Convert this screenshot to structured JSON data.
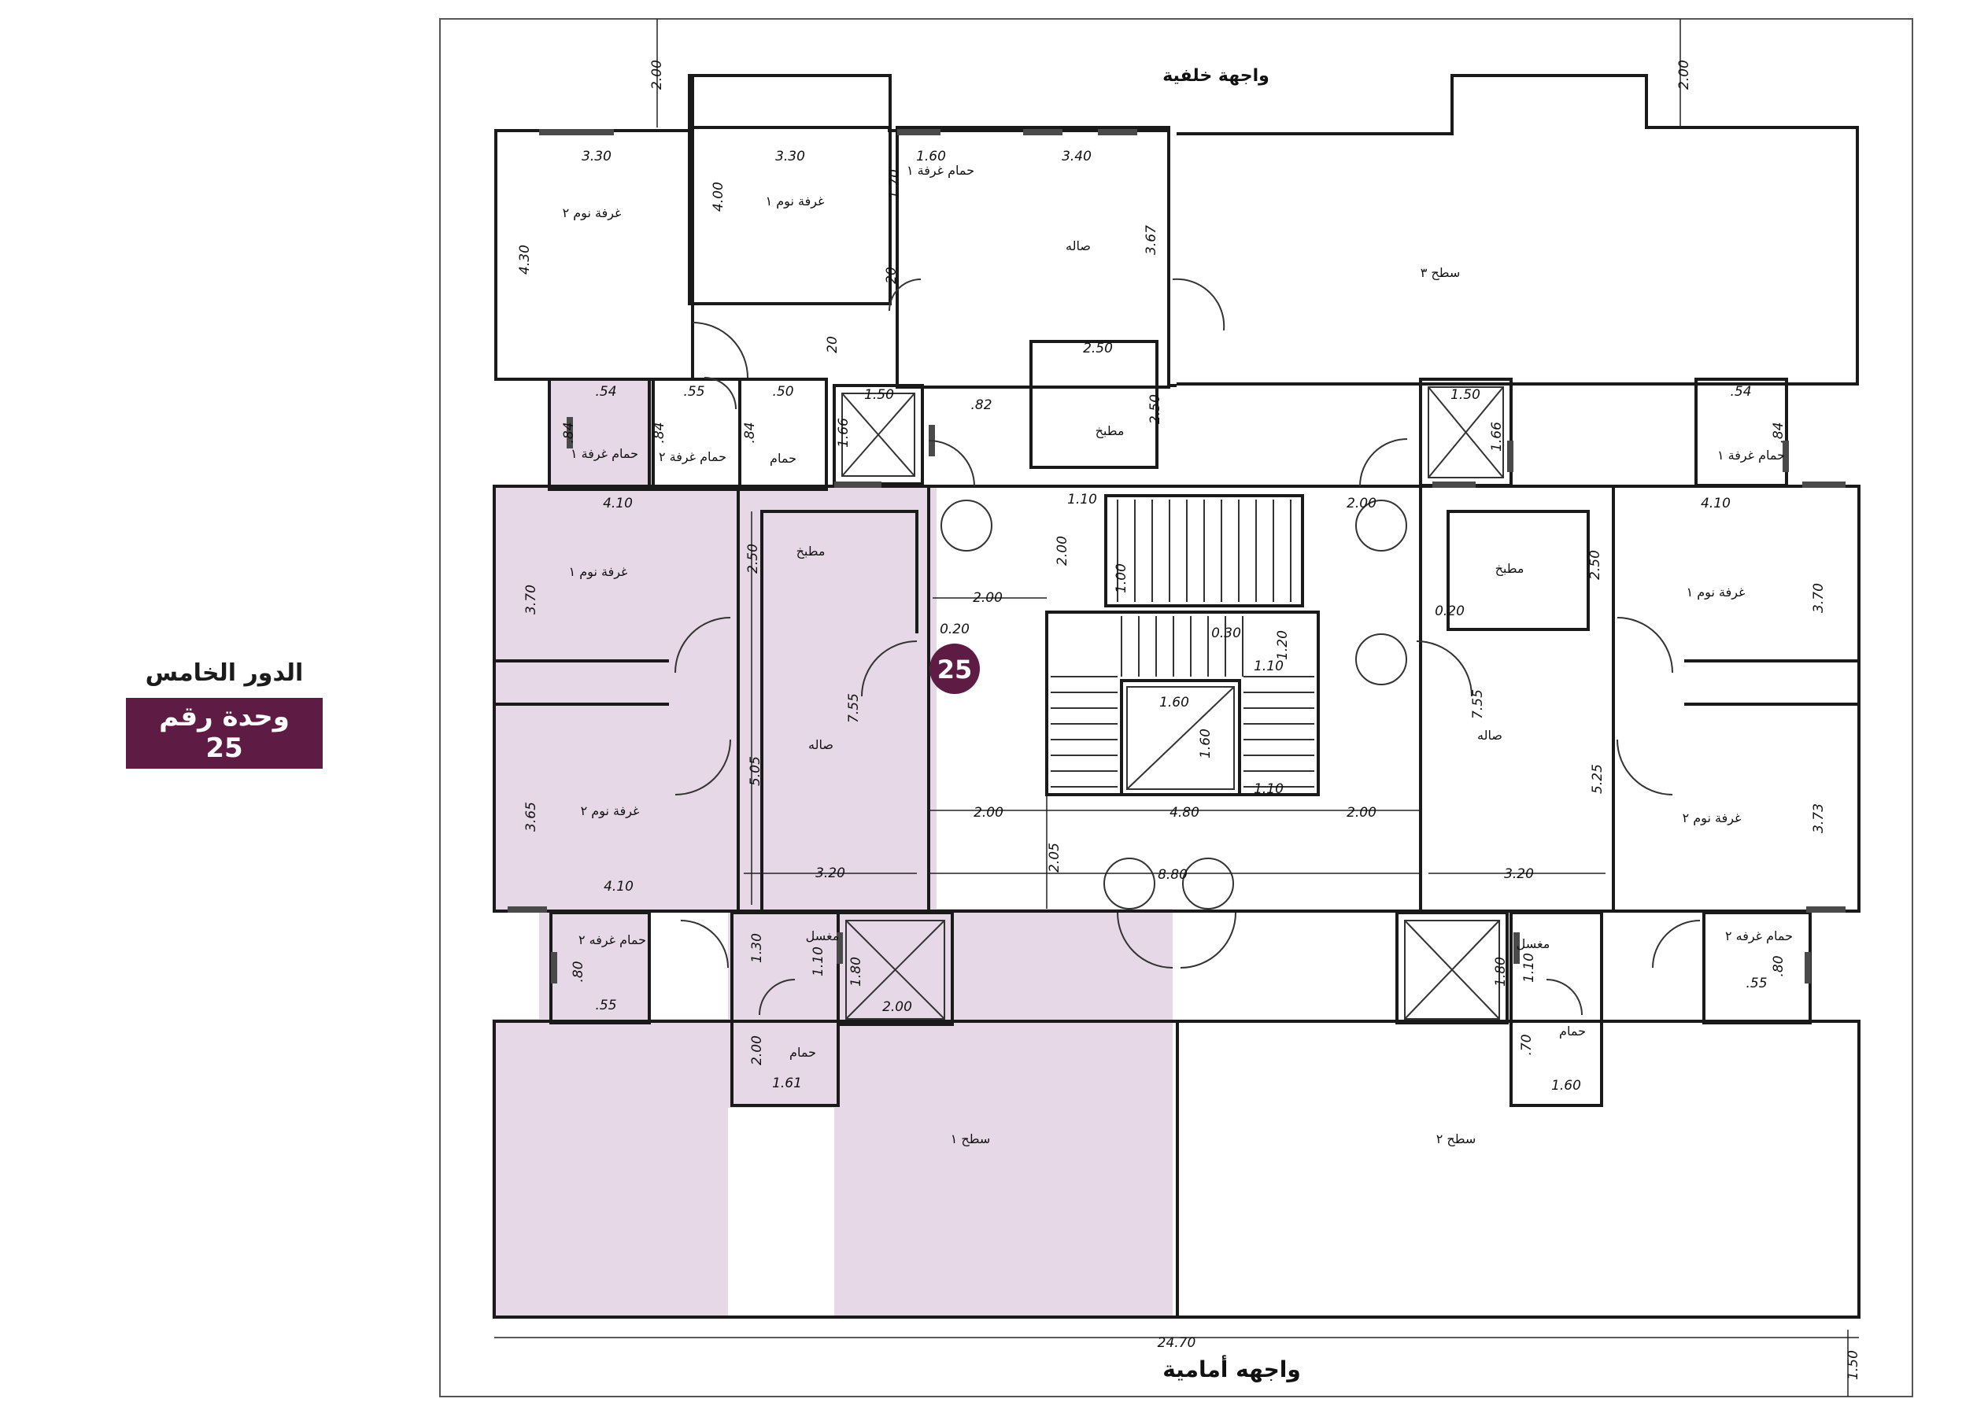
{
  "floor": {
    "title": "الدور الخامس",
    "unit_label": "وحدة رقم 25",
    "unit_number": "25"
  },
  "facades": {
    "rear": "واجهة خلفية",
    "front": "واجهه أمامية"
  },
  "rooms": {
    "bed2_nw": "غرفة نوم ٢",
    "bed1_n": "غرفة نوم ١",
    "bath_room1_n": "حمام غرفة ١",
    "hall_n": "صاله",
    "kitchen_n": "مطبخ",
    "roof3": "سطح ٣",
    "bath1_w": "حمام غرفة ١",
    "bath2_w": "حمام غرفة ٢",
    "bath_w": "حمام",
    "bed1_w": "غرفة نوم ١",
    "bed2_w": "غرفة نوم ٢",
    "kitchen_w": "مطبخ",
    "hall_w": "صاله",
    "bath_room2_w": "حمام غرفه ٢",
    "bath_sw": "حمام",
    "laundry_w": "مغسل",
    "roof1": "سطح ١",
    "kitchen_e": "مطبخ",
    "hall_e": "صاله",
    "bed1_e": "غرفة نوم ١",
    "bed2_e": "غرفة نوم ٢",
    "bath_room1_e": "حمام غرفة ١",
    "bath_room2_e": "حمام غرفه ٢",
    "bath_se": "حمام",
    "laundry_e": "مغسل",
    "roof2": "سطح ٢"
  },
  "dimensions": {
    "d_200_tl": "2.00",
    "d_200_tr": "2.00",
    "d_330_a": "3.30",
    "d_330_b": "3.30",
    "d_430": "4.30",
    "d_400": "4.00",
    "d_160_n": "1.60",
    "d_170": "1.70",
    "d_20_a": "20",
    "d_20_b": "20",
    "d_340": "3.40",
    "d_367": "3.67",
    "d_250_n": "2.50",
    "d_250_nv": "2.50",
    "d_054_a": ".54",
    "d_084_a": ".84",
    "d_055_a": ".55",
    "d_084_b": ".84",
    "d_050_a": ".50",
    "d_084_c": ".84",
    "d_150_w": "1.50",
    "d_166_w": "1.66",
    "d_082": ".82",
    "d_150_e": "1.50",
    "d_166_e": "1.66",
    "d_054_b": ".54",
    "d_084_d": ".84",
    "d_410_a": "4.10",
    "d_370_w": "3.70",
    "d_250_w": "2.50",
    "d_755_w": "7.55",
    "d_200_c": "2.00",
    "d_020_w": "0.20",
    "d_505": "5.05",
    "d_365": "3.65",
    "d_410_b": "4.10",
    "d_320_w": "3.20",
    "d_110_t": "1.10",
    "d_200_cv": "2.00",
    "d_100": "1.00",
    "d_030": "0.30",
    "d_120": "1.20",
    "d_110_m": "1.10",
    "d_160_c": "1.60",
    "d_160_cv": "1.60",
    "d_110_b": "1.10",
    "d_200_l": "2.00",
    "d_480": "4.80",
    "d_200_r": "2.00",
    "d_205": "2.05",
    "d_880": "8.80",
    "d_200_ne": "2.00",
    "d_020_e": "0.20",
    "d_755_e": "7.55",
    "d_250_e": "2.50",
    "d_410_e": "4.10",
    "d_370_e": "3.70",
    "d_525": "5.25",
    "d_373": "3.73",
    "d_320_e": "3.20",
    "d_130": "1.30",
    "d_110_sw": "1.10",
    "d_180_w": "1.80",
    "d_200_s": "2.00",
    "d_200_sv": "2.00",
    "d_161": "1.61",
    "d_055_sw": ".55",
    "d_080_w": ".80",
    "d_180_e": "1.80",
    "d_110_se": "1.10",
    "d_070": ".70",
    "d_160_se": "1.60",
    "d_055_se": ".55",
    "d_080_e": ".80",
    "d_2470": "24.70",
    "d_150_br": "1.50"
  },
  "colors": {
    "wall": "#1a1a1a",
    "unit_highlight": "#e7d8e8",
    "badge": "#5e1b44",
    "window": "#4a4a4a"
  }
}
